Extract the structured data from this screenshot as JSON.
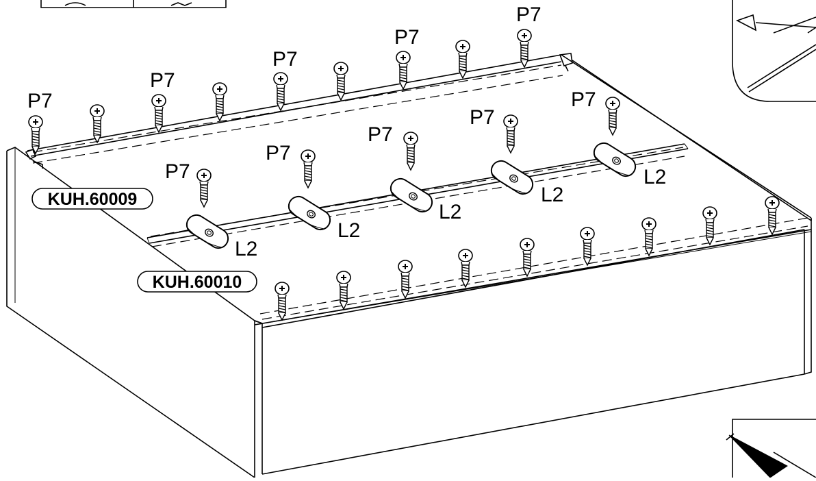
{
  "labels": {
    "screw": "P7",
    "connector": "L2",
    "back_panel": "KUH.60009",
    "front_panel": "KUH.60010"
  },
  "colors": {
    "line": "#000000",
    "background": "#ffffff"
  },
  "icons": {
    "screw": "wood-screw-icon",
    "connector": "cam-connector-icon",
    "direction": "direction-arrow-icon"
  }
}
